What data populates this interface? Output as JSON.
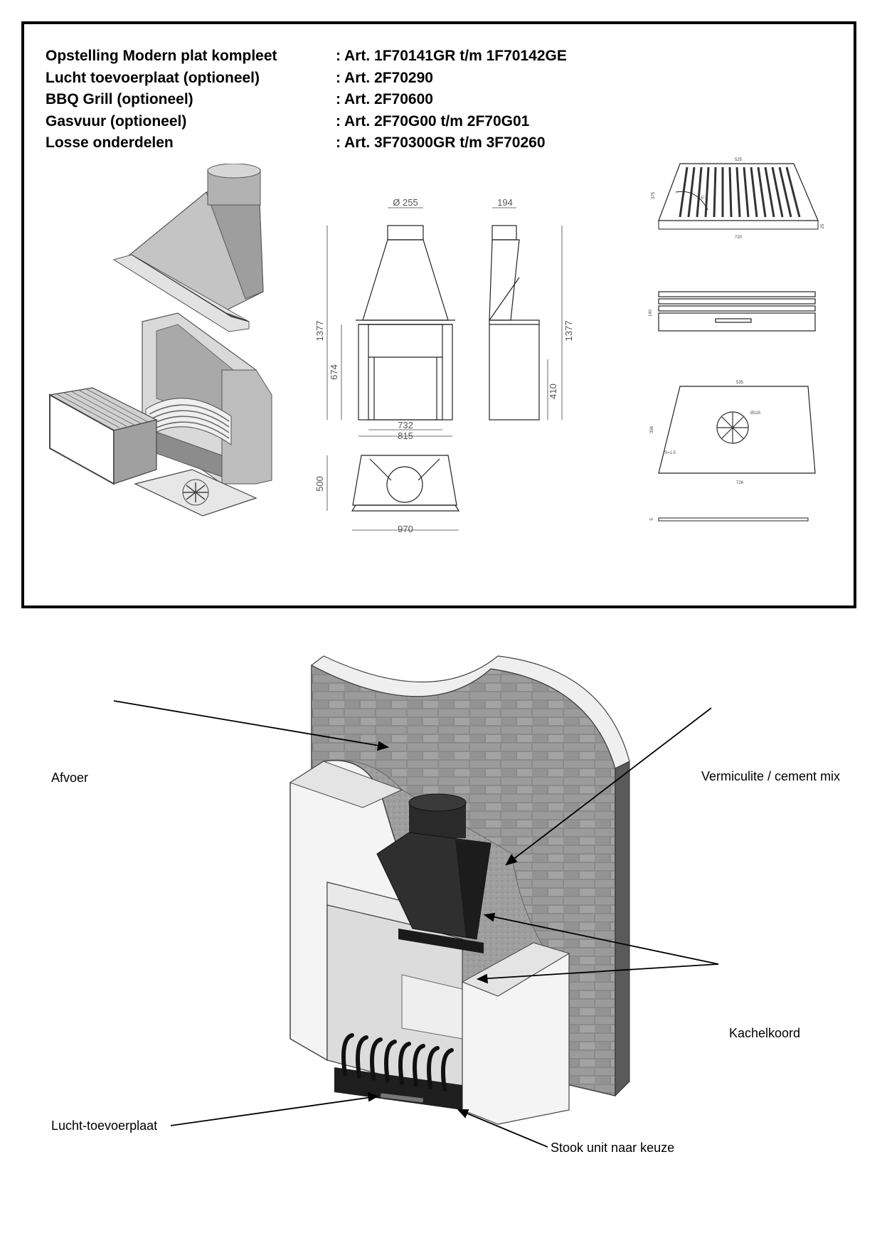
{
  "specs": [
    {
      "name": "Opstelling Modern plat kompleet",
      "art": ": Art. 1F70141GR t/m 1F70142GE"
    },
    {
      "name": "Lucht toevoerplaat (optioneel)",
      "art": ": Art. 2F70290"
    },
    {
      "name": "BBQ Grill (optioneel)",
      "art": ": Art. 2F70600"
    },
    {
      "name": "Gasvuur (optioneel)",
      "art": ": Art. 2F70G00 t/m 2F70G01"
    },
    {
      "name": "Losse onderdelen",
      "art": ": Art. 3F70300GR t/m 3F70260"
    }
  ],
  "dimensions": {
    "front_flue_diameter": "Ø 255",
    "front_total_height": "1377",
    "front_opening_height": "674",
    "front_inner_width": "732",
    "front_outer_width": "815",
    "top_depth": "500",
    "top_width": "970",
    "side_flue_width": "194",
    "side_total_height": "1377",
    "side_lower_height": "410",
    "grill_top_width": "525",
    "grill_height": "375",
    "grill_bottom_width": "720",
    "grill_small_side": "25",
    "grill_detail_angle": "15°",
    "grill_side_height": "140",
    "plate_top_width": "535",
    "plate_height": "356",
    "plate_bottom_width": "726",
    "plate_label": "S=1.5",
    "plate_rosette": "Ø115",
    "plate_thickness": "5"
  },
  "callouts": {
    "afvoer": "Afvoer",
    "vermiculite": "Vermiculite / cement mix",
    "kachelkoord": "Kachelkoord",
    "lucht": "Lucht-toevoerplaat",
    "stook": "Stook unit naar keuze"
  },
  "colors": {
    "frame": "#000000",
    "metal_light": "#b8b8b8",
    "metal_dark": "#2b2b2b",
    "brick": "#8f8f8f",
    "plaster": "#f2f2f2",
    "insulation": "#9a9a9a"
  }
}
